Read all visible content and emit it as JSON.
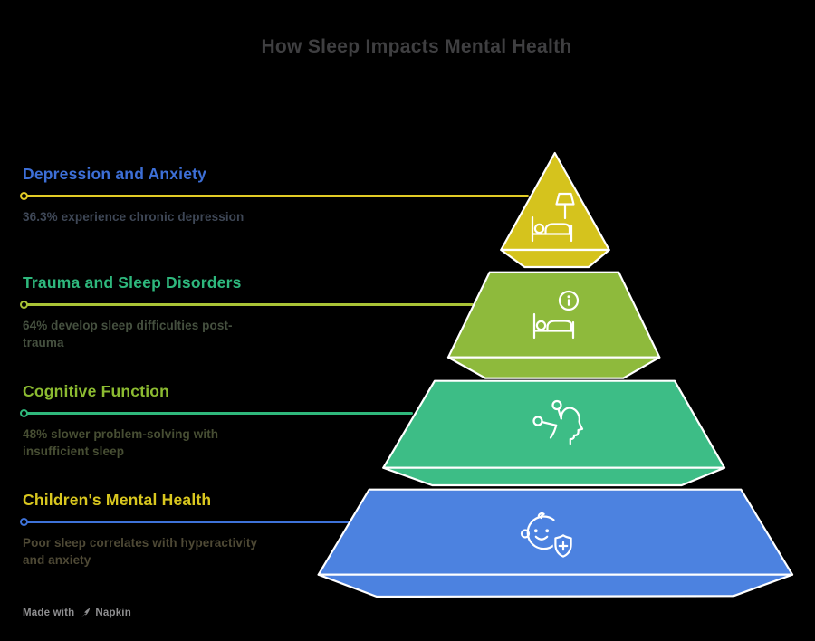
{
  "theme": {
    "background": "#000000",
    "title_color": "#3f3f41",
    "outline_color": "#ffffff"
  },
  "page_title": "How Sleep Impacts Mental Health",
  "sections": [
    {
      "title": "Depression and Anxiety",
      "description": "36.3% experience chronic depression",
      "title_color": "#3d6fd7",
      "line_color": "#e2cb26",
      "desc_color": "#3e4756"
    },
    {
      "title": "Trauma and Sleep Disorders",
      "description": "64% develop sleep difficulties post-trauma",
      "title_color": "#2eb87d",
      "line_color": "#a9c336",
      "desc_color": "#45503f"
    },
    {
      "title": "Cognitive Function",
      "description": "48% slower problem-solving with insufficient sleep",
      "title_color": "#8cbb31",
      "line_color": "#2fb87c",
      "desc_color": "#474e33"
    },
    {
      "title": "Children's Mental Health",
      "description": "Poor sleep correlates with hyperactivity and anxiety",
      "title_color": "#d9c71f",
      "line_color": "#3e72d8",
      "desc_color": "#4e4935"
    }
  ],
  "pyramid": {
    "levels": [
      {
        "name": "Depression and Anxiety",
        "icon": "bed-lamp-icon",
        "color": "#d5c31d"
      },
      {
        "name": "Trauma and Sleep Disorders",
        "icon": "bed-info-icon",
        "color": "#8eba3c"
      },
      {
        "name": "Cognitive Function",
        "icon": "head-network-icon",
        "color": "#3dbd86"
      },
      {
        "name": "Children's Mental Health",
        "icon": "baby-shield-icon",
        "color": "#4c82e0"
      }
    ]
  },
  "footer": {
    "made_with": "Made with",
    "brand": "Napkin",
    "color": "#8e8e90"
  }
}
